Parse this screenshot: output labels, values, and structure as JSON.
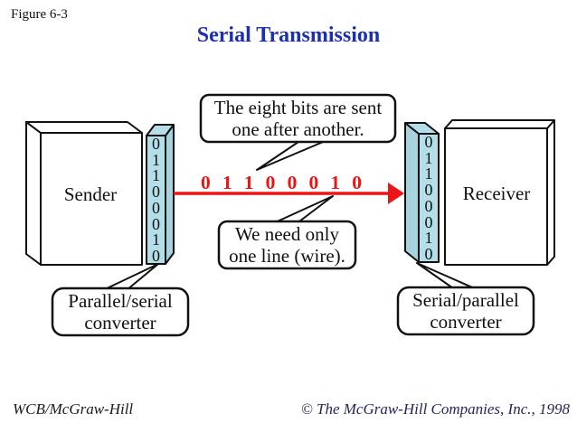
{
  "figure_label": "Figure 6-3",
  "title": "Serial Transmission",
  "diagram": {
    "sender": {
      "label": "Sender",
      "bits": [
        "0",
        "1",
        "1",
        "0",
        "0",
        "0",
        "1",
        "0"
      ],
      "converter_label": [
        "Parallel/serial",
        "converter"
      ]
    },
    "receiver": {
      "label": "Receiver",
      "bits": [
        "0",
        "1",
        "1",
        "0",
        "0",
        "0",
        "1",
        "0"
      ],
      "converter_label": [
        "Serial/parallel",
        "converter"
      ]
    },
    "transmission": {
      "bits": [
        "0",
        "1",
        "1",
        "0",
        "0",
        "0",
        "1",
        "0"
      ],
      "callout_top": [
        "The eight bits are sent",
        "one after another."
      ],
      "callout_bottom": [
        "We need only",
        "one line (wire)."
      ]
    }
  },
  "colors": {
    "title_blue": "#1c2fb0",
    "wire_red": "#ec1414",
    "strip_fill": "#b5dfe8",
    "strip_side": "#a6d3dd"
  },
  "footer": {
    "left": "WCB/McGraw-Hill",
    "right": "© The McGraw-Hill Companies, Inc., 1998"
  }
}
